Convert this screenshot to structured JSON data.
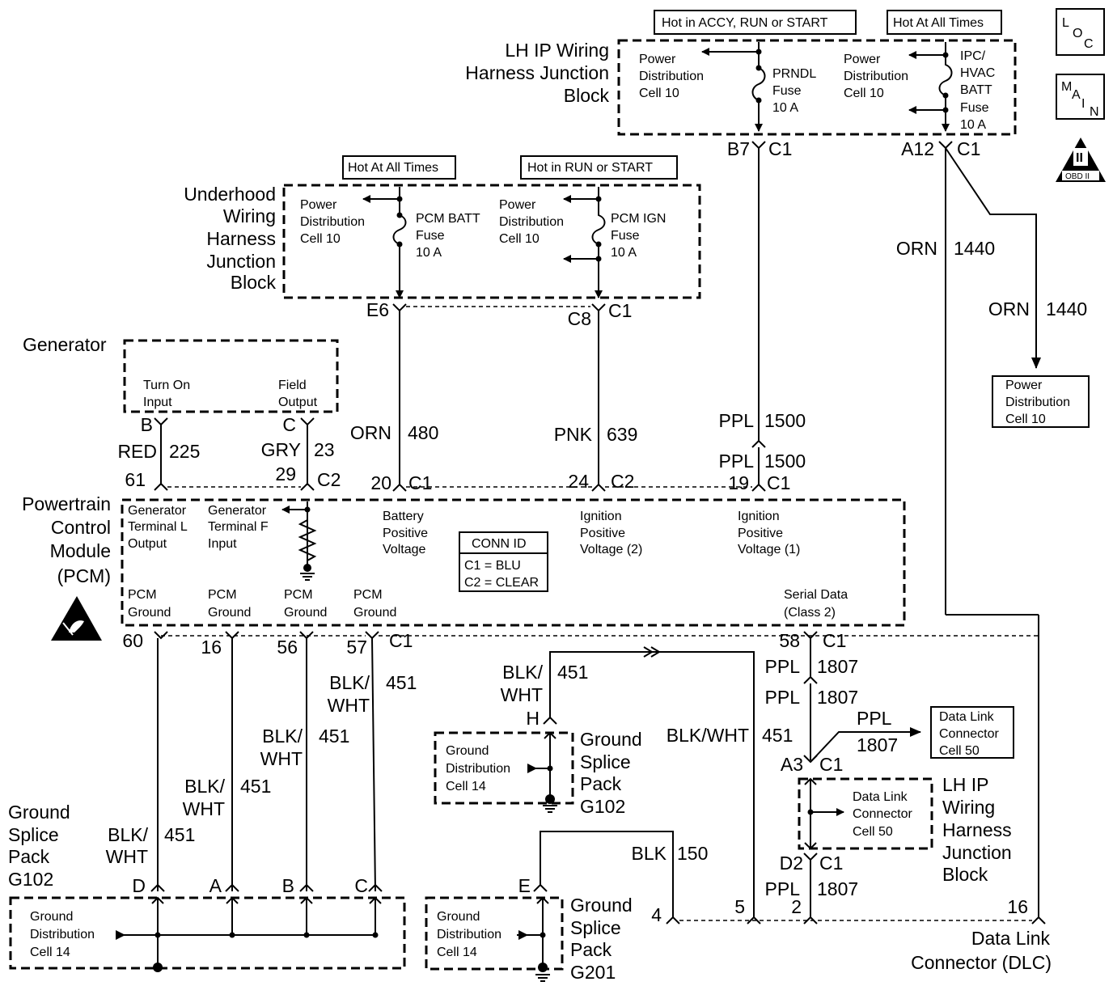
{
  "hot_labels": {
    "accy_run_start": "Hot in ACCY, RUN or START",
    "all_times_1": "Hot At All Times",
    "all_times_2": "Hot At All Times",
    "run_start": "Hot in RUN or START"
  },
  "icons": {
    "loc": [
      "L",
      "O",
      "C"
    ],
    "main": [
      "M",
      "A",
      "I",
      "N"
    ],
    "obd": {
      "numeral": "II",
      "text": "OBD II"
    }
  },
  "lh_ip_top": {
    "title": [
      "LH IP Wiring",
      "Harness Junction",
      "Block"
    ],
    "pd1": [
      "Power",
      "Distribution",
      "Cell 10"
    ],
    "prndl": [
      "PRNDL",
      "Fuse",
      "10 A"
    ],
    "pd2": [
      "Power",
      "Distribution",
      "Cell 10"
    ],
    "ipc": [
      "IPC/",
      "HVAC",
      "BATT",
      "Fuse",
      "10 A"
    ],
    "b7": "B7",
    "b7c": "C1",
    "a12": "A12",
    "a12c": "C1"
  },
  "underhood": {
    "title": [
      "Underhood",
      "Wiring",
      "Harness",
      "Junction",
      "Block"
    ],
    "pd1": [
      "Power",
      "Distribution",
      "Cell 10"
    ],
    "pcm_batt": [
      "PCM BATT",
      "Fuse",
      "10 A"
    ],
    "pd2": [
      "Power",
      "Distribution",
      "Cell 10"
    ],
    "pcm_ign": [
      "PCM IGN",
      "Fuse",
      "10 A"
    ],
    "e6": "E6",
    "c8": "C8",
    "c8c": "C1"
  },
  "generator": {
    "title": "Generator",
    "turn_on": [
      "Turn On",
      "Input"
    ],
    "field": [
      "Field",
      "Output"
    ],
    "b": "B",
    "c": "C"
  },
  "wires": {
    "red": "RED",
    "n225": "225",
    "gry": "GRY",
    "n23": "23",
    "orn480": "ORN",
    "n480": "480",
    "pnk": "PNK",
    "n639": "639",
    "ppl1": "PPL",
    "n1500a": "1500",
    "ppl2": "PPL",
    "n1500b": "1500",
    "orn1440a": "ORN",
    "n1440a": "1440",
    "orn1440b": "ORN",
    "n1440b": "1440",
    "bw1": [
      "BLK/",
      "WHT"
    ],
    "n451_1": "451",
    "bw2": [
      "BLK/",
      "WHT"
    ],
    "n451_2": "451",
    "bw3": [
      "BLK/",
      "WHT"
    ],
    "n451_3": "451",
    "bw4": [
      "BLK/",
      "WHT"
    ],
    "n451_4": "451",
    "bw5": [
      "BLK/",
      "WHT"
    ],
    "n451_5": "451",
    "bw6": "BLK/WHT",
    "n451_6": "451",
    "blk": "BLK",
    "n150": "150",
    "ppl3": "PPL",
    "n1807a": "1807",
    "ppl4": "PPL",
    "n1807b": "1807",
    "ppl5": "PPL",
    "n1807c": "1807",
    "ppl6": "PPL",
    "n1807d": "1807"
  },
  "pins": {
    "p61": "61",
    "p29": "29",
    "p29c": "C2",
    "p20": "20",
    "p20c": "C1",
    "p24": "24",
    "p24c": "C2",
    "p19": "19",
    "p19c": "C1",
    "p60": "60",
    "p16": "16",
    "p56": "56",
    "p57": "57",
    "p57c": "C1",
    "p58": "58",
    "p58c": "C1",
    "h": "H",
    "e": "E",
    "d": "D",
    "a": "A",
    "b": "B",
    "c": "C",
    "a3": "A3",
    "a3c": "C1",
    "d2": "D2",
    "d2c": "C1",
    "dlc4": "4",
    "dlc5": "5",
    "dlc2": "2",
    "dlc16": "16"
  },
  "pcm": {
    "title": [
      "Powertrain",
      "Control",
      "Module",
      "(PCM)"
    ],
    "gen_l": [
      "Generator",
      "Terminal L",
      "Output"
    ],
    "gen_f": [
      "Generator",
      "Terminal F",
      "Input"
    ],
    "batt": [
      "Battery",
      "Positive",
      "Voltage"
    ],
    "ign2": [
      "Ignition",
      "Positive",
      "Voltage (2)"
    ],
    "ign1": [
      "Ignition",
      "Positive",
      "Voltage (1)"
    ],
    "gnd1": [
      "PCM",
      "Ground"
    ],
    "gnd2": [
      "PCM",
      "Ground"
    ],
    "gnd3": [
      "PCM",
      "Ground"
    ],
    "gnd4": [
      "PCM",
      "Ground"
    ],
    "serial": [
      "Serial Data",
      "(Class 2)"
    ],
    "conn_id": {
      "title": "CONN ID",
      "c1": "C1 = BLU",
      "c2": "C2 = CLEAR"
    }
  },
  "power_dist_ref": [
    "Power",
    "Distribution",
    "Cell 10"
  ],
  "data_link_ref": [
    "Data Link",
    "Connector",
    "Cell 50"
  ],
  "lh_ip_bottom": {
    "title": [
      "LH IP",
      "Wiring",
      "Harness",
      "Junction",
      "Block"
    ],
    "inner": [
      "Data Link",
      "Connector",
      "Cell 50"
    ]
  },
  "g102_mid": {
    "title": [
      "Ground",
      "Splice",
      "Pack",
      "G102"
    ],
    "inner": [
      "Ground",
      "Distribution",
      "Cell 14"
    ]
  },
  "g102_left": {
    "title": [
      "Ground",
      "Splice",
      "Pack",
      "G102"
    ],
    "inner": [
      "Ground",
      "Distribution",
      "Cell 14"
    ]
  },
  "g201": {
    "title": [
      "Ground",
      "Splice",
      "Pack",
      "G201"
    ],
    "inner": [
      "Ground",
      "Distribution",
      "Cell 14"
    ]
  },
  "dlc": {
    "title": [
      "Data Link",
      "Connector (DLC)"
    ]
  }
}
